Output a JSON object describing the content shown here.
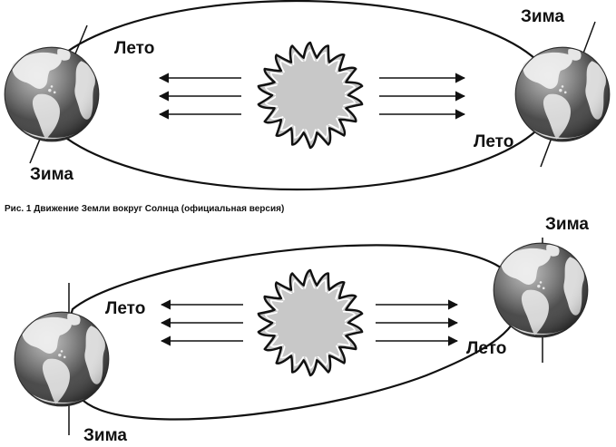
{
  "figure1": {
    "labels": {
      "left_top": "Лето",
      "left_bottom": "Зима",
      "right_top": "Зима",
      "right_bottom": "Лето"
    },
    "caption": "Рис. 1 Движение Земли вокруг Солнца (официальная версия)"
  },
  "figure2": {
    "labels": {
      "left_top": "Лето",
      "left_bottom": "Зима",
      "right_top": "Зима",
      "right_bottom": "Лето"
    }
  },
  "colors": {
    "ink": "#111111",
    "sun_fill": "#c8c8c8",
    "ocean": "#5a5a5a",
    "land": "#e6e6e6"
  },
  "icons": {
    "sun": "sun-icon",
    "earth": "earth-globe-icon",
    "arrow": "arrow-icon"
  }
}
